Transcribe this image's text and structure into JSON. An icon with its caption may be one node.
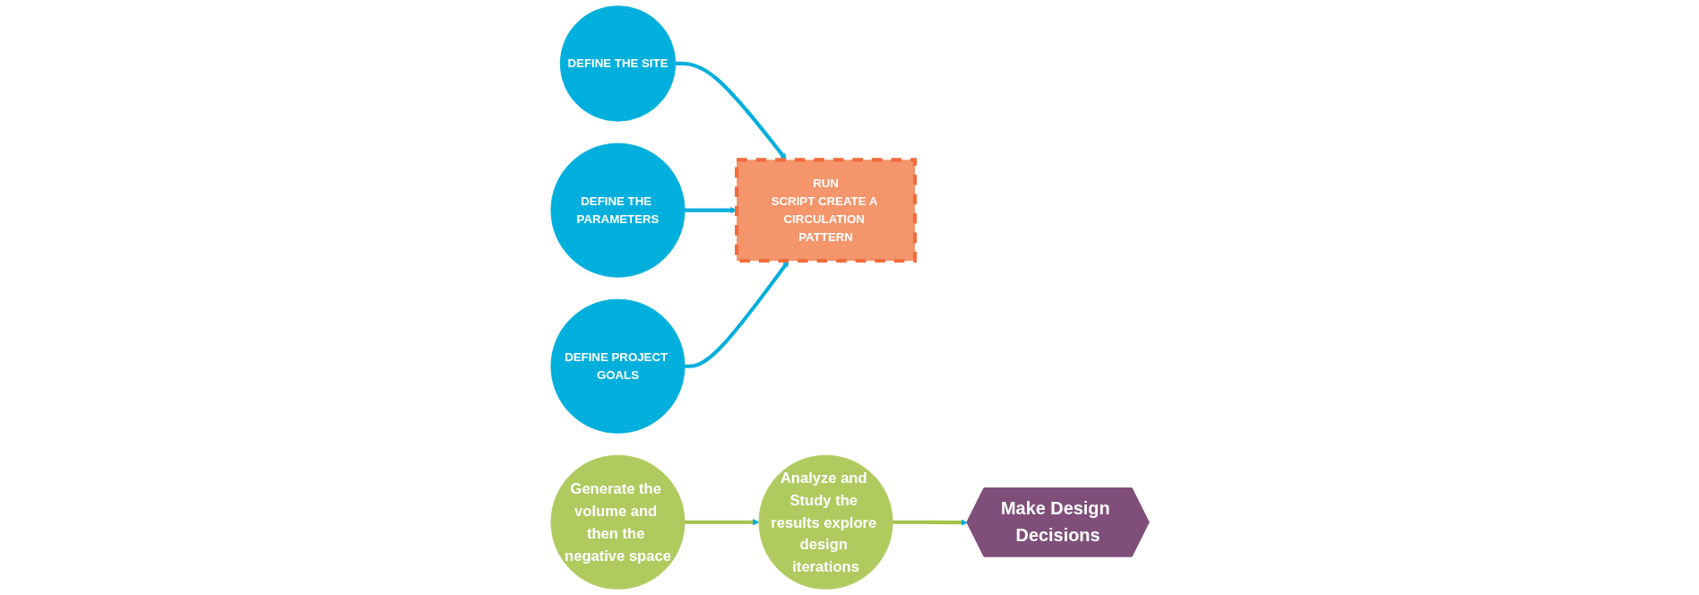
{
  "diagram": {
    "nodes": [
      {
        "text": [
          "DEFINE THE SITE"
        ]
      },
      {
        "text": [
          "DEFINE THE PARAMETERS"
        ]
      },
      {
        "text": [
          "DEFINE PROJECT GOALS"
        ]
      },
      {
        "text": [
          "RUN",
          "SCRIPT CREATE A CIRCULATION PATTERN"
        ]
      },
      {
        "text": [
          "Generate the volume and then the negative space"
        ]
      },
      {
        "text": [
          "Analyze and Study the results explore design iterations"
        ]
      },
      {
        "text": [
          "Make Design Decisions"
        ]
      }
    ],
    "edges": [
      {
        "from": 0,
        "to": 3,
        "arrow": "to"
      },
      {
        "from": 1,
        "to": 3,
        "arrow": "to"
      },
      {
        "from": 2,
        "to": 3,
        "arrow": "to"
      },
      {
        "from": 4,
        "to": 5,
        "arrow": "to",
        "color": "#a4c14b"
      },
      {
        "from": 5,
        "to": 6,
        "arrow": "to",
        "color": "#a4c14b"
      }
    ]
  }
}
